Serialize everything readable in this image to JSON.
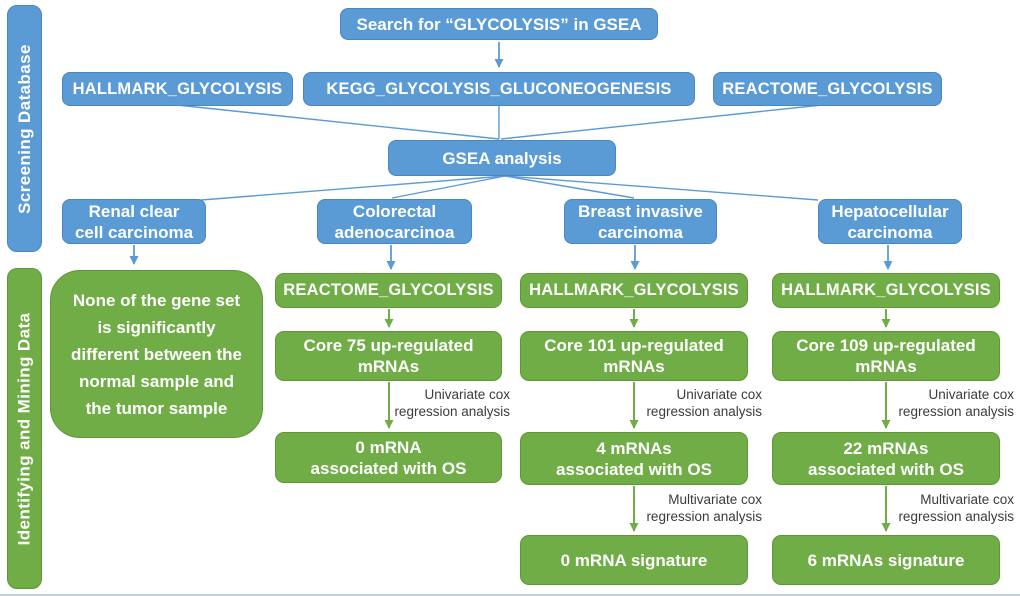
{
  "colors": {
    "node_blue": "#5B9BD5",
    "node_blue_border": "#4A86C0",
    "node_green": "#70AD47",
    "node_green_border": "#5F9638",
    "node_text": "#FFFFFF",
    "connector_blue": "#5B9BD5",
    "connector_green": "#70AD47",
    "annotation_text": "#3B3B3B",
    "figure_edge": "#C2CFDD"
  },
  "sidebar": [
    {
      "label": "Screening Database"
    },
    {
      "label": "Identifying and Mining Data"
    }
  ],
  "flow": {
    "search": "Search for “GLYCOLYSIS” in GSEA",
    "genesets": [
      "HALLMARK_GLYCOLYSIS",
      "KEGG_GLYCOLYSIS_GLUCONEOGENESIS",
      "REACTOME_GLYCOLYSIS"
    ],
    "gsea": "GSEA analysis",
    "columns": [
      {
        "cancer": "Renal clear\ncell carcinoma",
        "result": "None of the gene set\nis significantly\ndifferent between the\nnormal sample and\nthe tumor sample"
      },
      {
        "cancer": "Colorectal\nadenocarcinoa",
        "geneset": "REACTOME_GLYCOLYSIS",
        "core": "Core 75 up-regulated\nmRNAs",
        "uni_label": "Univariate cox\nregression analysis",
        "os": "0 mRNA\nassociated with OS"
      },
      {
        "cancer": "Breast invasive\ncarcinoma",
        "geneset": "HALLMARK_GLYCOLYSIS",
        "core": "Core 101 up-regulated\nmRNAs",
        "uni_label": "Univariate cox\nregression analysis",
        "os": "4 mRNAs\nassociated with OS",
        "multi_label": "Multivariate cox\nregression analysis",
        "signature": "0 mRNA signature"
      },
      {
        "cancer": "Hepatocellular\ncarcinoma",
        "geneset": "HALLMARK_GLYCOLYSIS",
        "core": "Core 109 up-regulated\nmRNAs",
        "uni_label": "Univariate cox\nregression analysis",
        "os": "22 mRNAs\nassociated with OS",
        "multi_label": "Multivariate cox\nregression analysis",
        "signature": "6 mRNAs signature"
      }
    ]
  }
}
